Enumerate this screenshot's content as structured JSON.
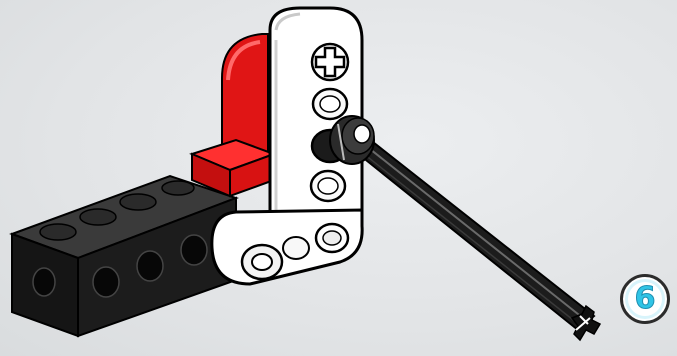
{
  "step": {
    "number": "6"
  },
  "parts": [
    {
      "name": "black-technic-brick",
      "color": "#141414"
    },
    {
      "name": "red-plate-bracket",
      "color": "#e81c1c"
    },
    {
      "name": "white-liftarm",
      "color": "#ffffff"
    },
    {
      "name": "black-axle",
      "color": "#1a1a1a"
    },
    {
      "name": "bush",
      "color": "#222222"
    }
  ],
  "colors": {
    "background": "#e4e6e8",
    "badge_text": "#30c4e6"
  }
}
